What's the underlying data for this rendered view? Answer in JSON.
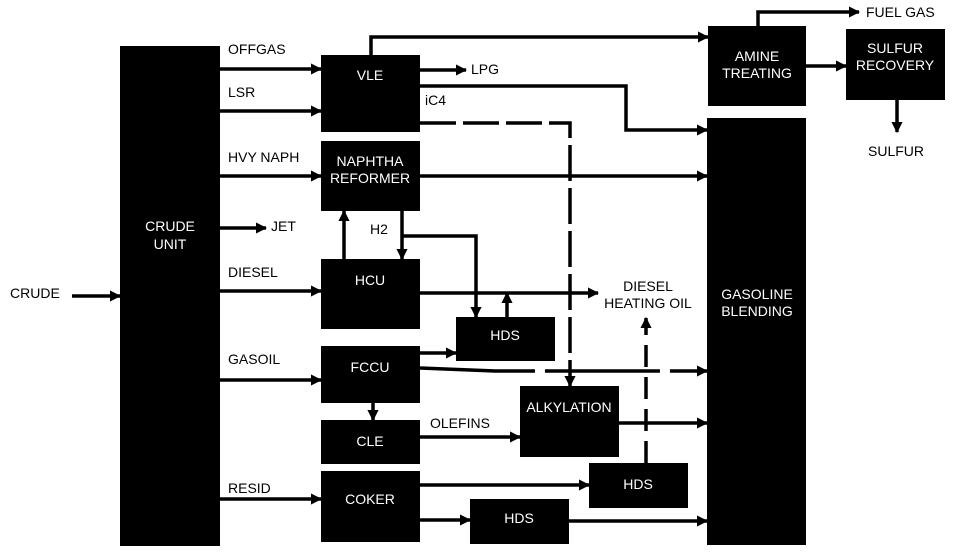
{
  "colors": {
    "box": "#000000",
    "box_text": "#ffffff",
    "line": "#000000",
    "label": "#000000",
    "background": "#ffffff"
  },
  "units": {
    "crude_unit": [
      "CRUDE",
      "UNIT"
    ],
    "vle": [
      "VLE"
    ],
    "naphtha_reformer": [
      "NAPHTHA",
      "REFORMER"
    ],
    "hcu": [
      "HCU"
    ],
    "hds_diesel": [
      "HDS"
    ],
    "fccu": [
      "FCCU"
    ],
    "cle": [
      "CLE"
    ],
    "alkylation": [
      "ALKYLATION"
    ],
    "coker": [
      "COKER"
    ],
    "hds_heating_oil": [
      "HDS"
    ],
    "hds_gasoline": [
      "HDS"
    ],
    "amine_treating": [
      "AMINE",
      "TREATING"
    ],
    "sulfur_recovery": [
      "SULFUR",
      "RECOVERY"
    ],
    "gasoline_blending": [
      "GASOLINE",
      "BLENDING"
    ]
  },
  "labels": {
    "crude": "CRUDE",
    "offgas": "OFFGAS",
    "lsr": "LSR",
    "hvy_naph": "HVY NAPH",
    "jet": "JET",
    "diesel": "DIESEL",
    "gasoil": "GASOIL",
    "resid": "RESID",
    "lpg": "LPG",
    "ic4": "iC4",
    "h2": "H2",
    "olefins": "OLEFINS",
    "fuel_gas": "FUEL GAS",
    "sulfur": "SULFUR",
    "diesel_heating_oil": [
      "DIESEL",
      "HEATING OIL"
    ]
  }
}
